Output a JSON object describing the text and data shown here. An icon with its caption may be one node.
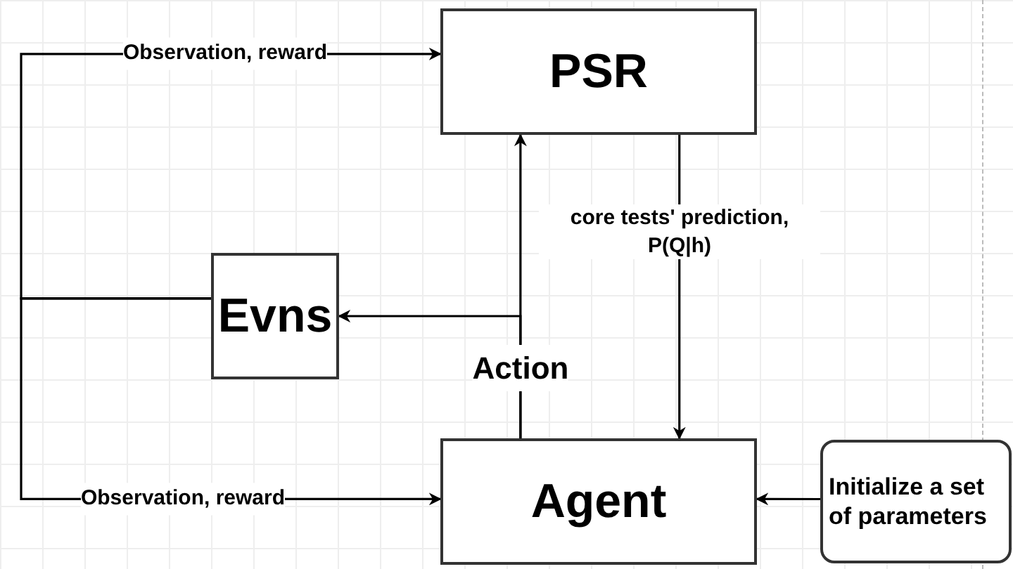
{
  "diagram": {
    "nodes": [
      {
        "text": [
          "PSR"
        ]
      },
      {
        "text": [
          "Evns"
        ]
      },
      {
        "text": [
          "Agent"
        ]
      },
      {
        "text": [
          "Initialize a set of parameters"
        ]
      }
    ],
    "edges": [
      {
        "from": 1,
        "to": 0,
        "arrow": "to",
        "label": "Observation, reward"
      },
      {
        "from": 1,
        "to": 2,
        "arrow": "to",
        "label": "Observation, reward"
      },
      {
        "from": 2,
        "to": 0,
        "arrow": "to",
        "label": "Action"
      },
      {
        "from": 2,
        "to": 1,
        "arrow": "to"
      },
      {
        "from": 0,
        "to": 2,
        "arrow": "to",
        "label": "core tests' prediction, P(Q|h)"
      },
      {
        "from": 3,
        "to": 2,
        "arrow": "to"
      }
    ]
  }
}
